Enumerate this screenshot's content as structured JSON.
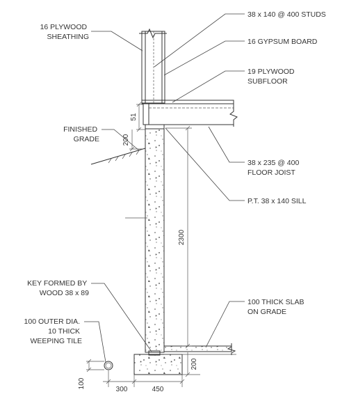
{
  "labels": {
    "plywood_sheathing": [
      "16 PLYWOOD",
      "SHEATHING"
    ],
    "studs": [
      "38 x 140 @ 400 STUDS"
    ],
    "gypsum": [
      "16 GYPSUM BOARD"
    ],
    "subfloor": [
      "19 PLYWOOD",
      "SUBFLOOR"
    ],
    "finished_grade": [
      "FINISHED",
      "GRADE"
    ],
    "floor_joist": [
      "38 x 235 @ 400",
      "FLOOR JOIST"
    ],
    "sill": [
      "P.T. 38 x 140 SILL"
    ],
    "key": [
      "KEY FORMED BY",
      "WOOD 38 x 89"
    ],
    "slab": [
      "100 THICK SLAB",
      "ON GRADE"
    ],
    "weeping_tile": [
      "100 OUTER DIA.",
      "10 THICK",
      "WEEPING TILE"
    ]
  },
  "dimensions": {
    "d51": "51",
    "d200_top": "200",
    "d2300": "2300",
    "d200_bottom": "200",
    "d100": "100",
    "d300": "300",
    "d450": "450"
  }
}
